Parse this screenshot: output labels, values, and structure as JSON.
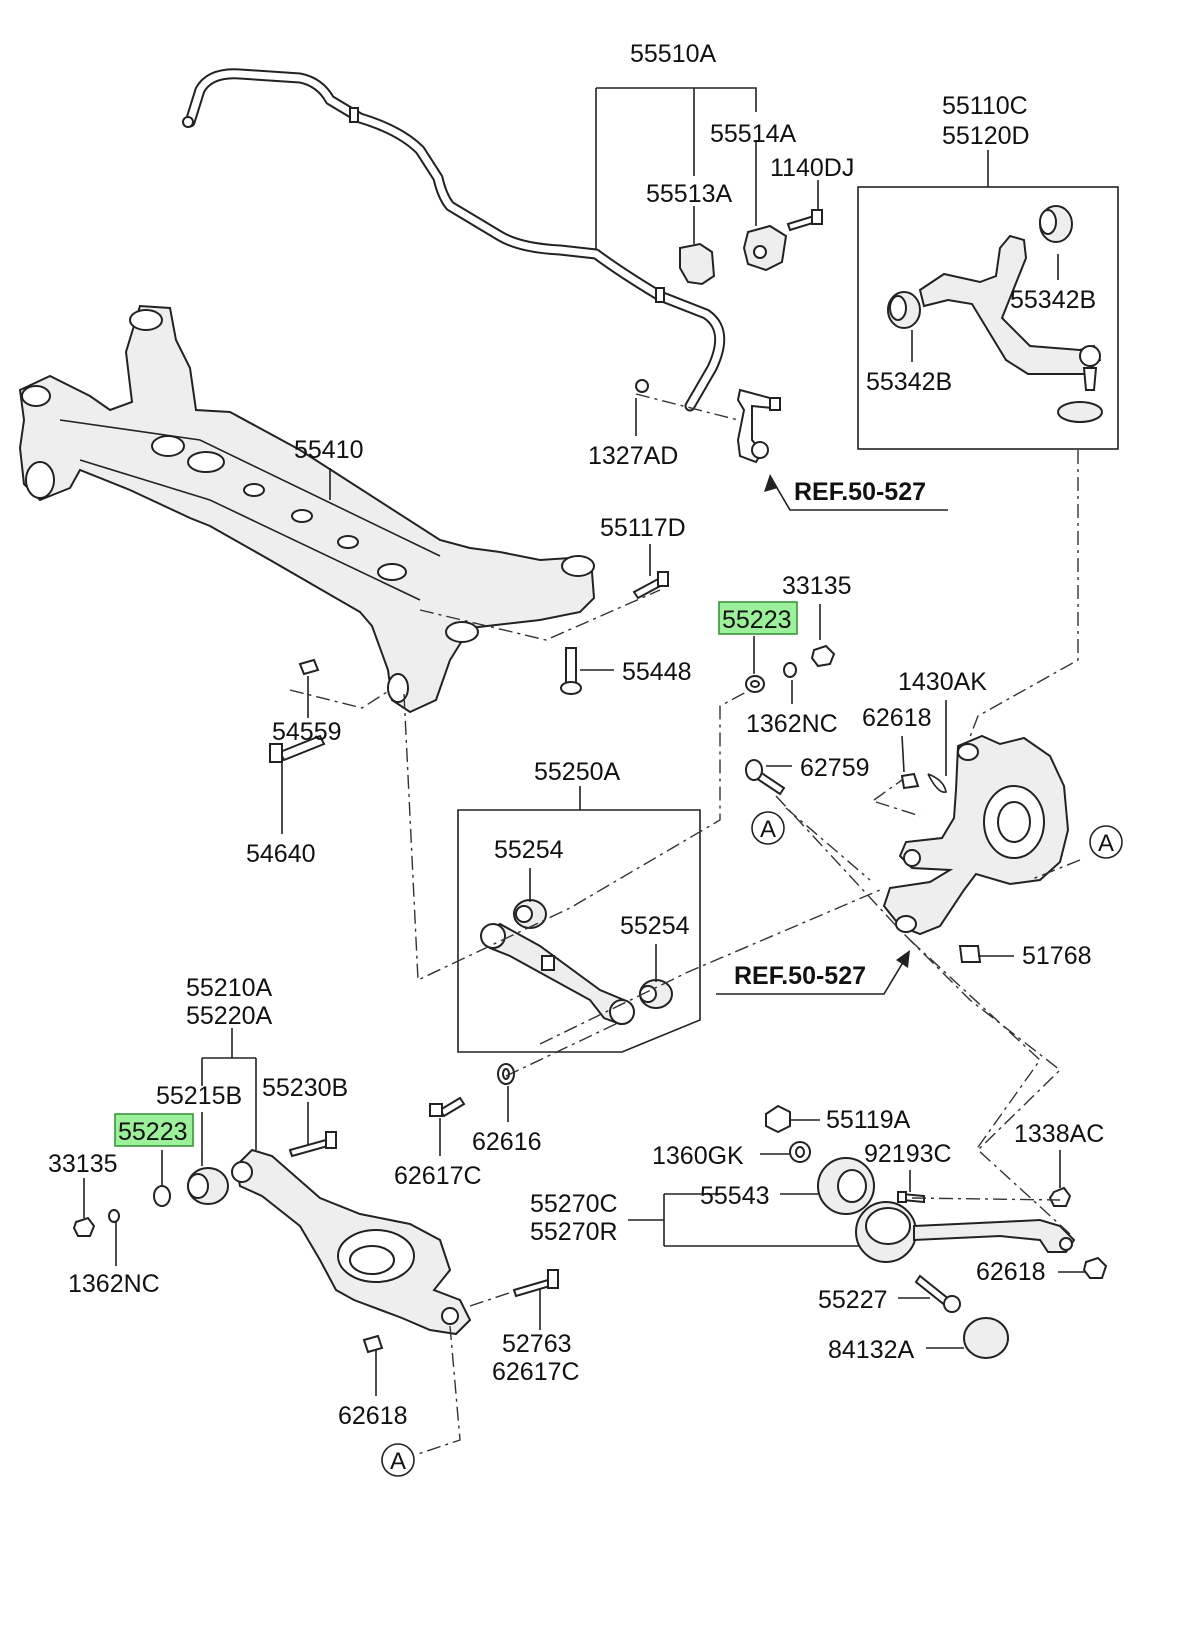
{
  "labels": {
    "l55510A": "55510A",
    "l55514A": "55514A",
    "l1140DJ": "1140DJ",
    "l55513A": "55513A",
    "l55110C": "55110C",
    "l55120D": "55120D",
    "l55342B_a": "55342B",
    "l55342B_b": "55342B",
    "l55410": "55410",
    "l1327AD": "1327AD",
    "ref_upper": "REF.50-527",
    "l55117D": "55117D",
    "l33135_a": "33135",
    "l55223_a": "55223",
    "l55448": "55448",
    "l1430AK": "1430AK",
    "l1362NC_a": "1362NC",
    "l62618_a": "62618",
    "l54559": "54559",
    "l62759": "62759",
    "l55250A": "55250A",
    "l54640": "54640",
    "circle_a1": "A",
    "circle_a2": "A",
    "circle_a3": "A",
    "l55254_a": "55254",
    "l55254_b": "55254",
    "l51768": "51768",
    "ref_lower": "REF.50-527",
    "l55210A": "55210A",
    "l55220A": "55220A",
    "l55215B": "55215B",
    "l55230B": "55230B",
    "l55223_b": "55223",
    "l33135_b": "33135",
    "l1362NC_b": "1362NC",
    "l62617C_a": "62617C",
    "l62616": "62616",
    "l55119A": "55119A",
    "l1338AC": "1338AC",
    "l1360GK": "1360GK",
    "l92193C": "92193C",
    "l55270C": "55270C",
    "l55270R": "55270R",
    "l55543": "55543",
    "l62618_b": "62618",
    "l55227": "55227",
    "l84132A": "84132A",
    "l52763": "52763",
    "l62617C_b": "62617C",
    "l62618_c": "62618"
  },
  "highlight_color": "#9cf09a"
}
